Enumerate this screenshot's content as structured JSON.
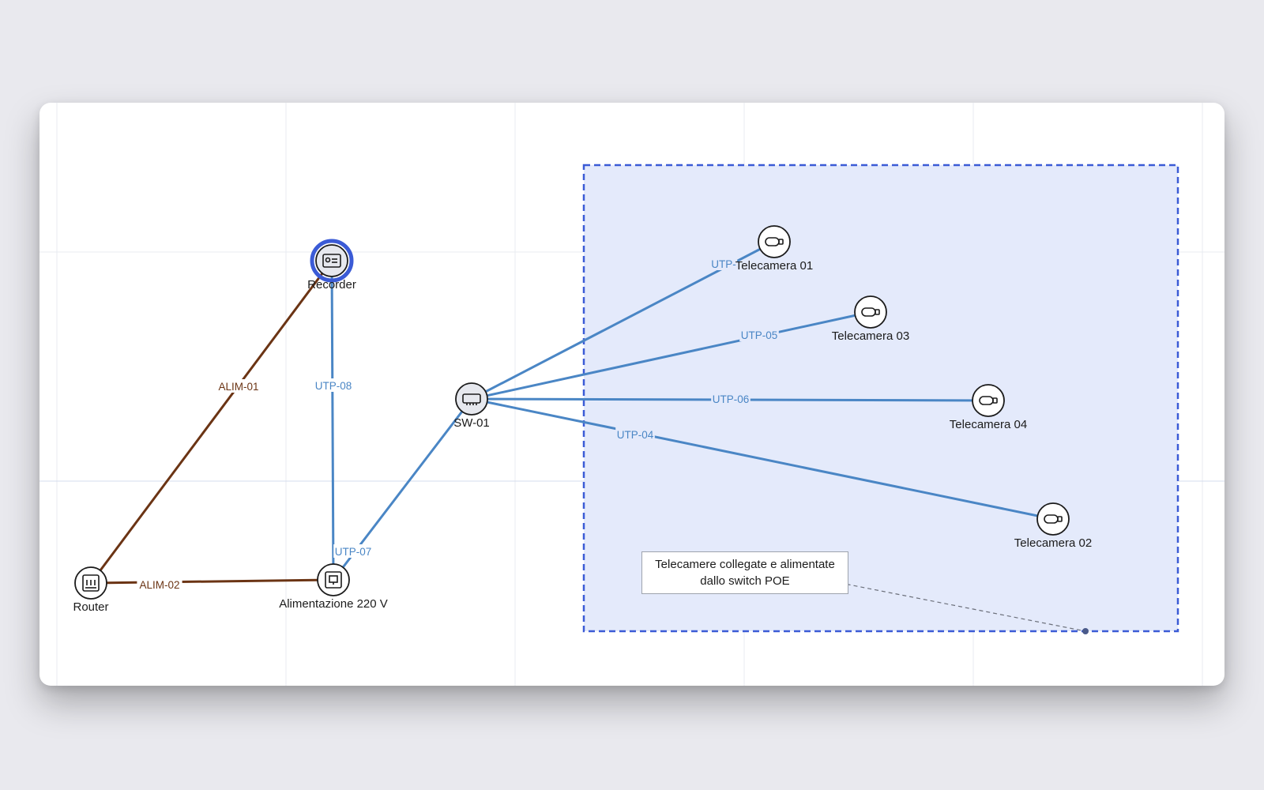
{
  "colors": {
    "utp": "#4a86c5",
    "alim": "#6b3414",
    "zone_border": "#3b5bd6",
    "zone_fill": "#e4eafb",
    "selected": "#3b5bd6",
    "node_fill": "#e6e8ee"
  },
  "nodes": [
    {
      "id": "recorder",
      "label": "Recorder",
      "icon": "recorder-icon",
      "selected": true
    },
    {
      "id": "router",
      "label": "Router",
      "icon": "router-icon",
      "selected": false
    },
    {
      "id": "alimentazione",
      "label": "Alimentazione 220 V",
      "icon": "power-outlet-icon",
      "selected": false
    },
    {
      "id": "sw01",
      "label": "SW-01",
      "icon": "switch-icon",
      "selected": false
    },
    {
      "id": "tel01",
      "label": "Telecamera 01",
      "icon": "camera-icon",
      "selected": false
    },
    {
      "id": "tel03",
      "label": "Telecamera 03",
      "icon": "camera-icon",
      "selected": false
    },
    {
      "id": "tel04",
      "label": "Telecamera 04",
      "icon": "camera-icon",
      "selected": false
    },
    {
      "id": "tel02",
      "label": "Telecamera 02",
      "icon": "camera-icon",
      "selected": false
    }
  ],
  "edges": [
    {
      "label": "ALIM-01",
      "kind": "alim",
      "from": "router",
      "to": "recorder"
    },
    {
      "label": "ALIM-02",
      "kind": "alim",
      "from": "router",
      "to": "alimentazione"
    },
    {
      "label": "UTP-08",
      "kind": "utp",
      "from": "recorder",
      "to": "alimentazione"
    },
    {
      "label": "UTP-07",
      "kind": "utp",
      "from": "alimentazione",
      "to": "sw01"
    },
    {
      "label": "UTP-05",
      "kind": "utp",
      "from": "sw01",
      "to": "tel03"
    },
    {
      "label": "UTP-06",
      "kind": "utp",
      "from": "sw01",
      "to": "tel04"
    },
    {
      "label": "UTP-04",
      "kind": "utp",
      "from": "sw01",
      "to": "tel02"
    },
    {
      "label": "UTP-",
      "kind": "utp",
      "from": "sw01",
      "to": "tel01"
    }
  ],
  "note": {
    "line1": "Telecamere collegate e alimentate",
    "line2": "dallo switch POE"
  }
}
